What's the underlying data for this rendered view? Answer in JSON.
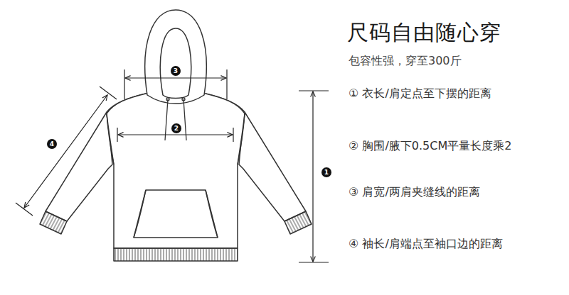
{
  "diagram": {
    "title": "尺码自由随心穿",
    "labels": [
      "包容性强，穿至300斤",
      "3",
      "2",
      "4",
      "1",
      "① 衣长/肩定点至下摆的距离",
      "② 胸围/腋下0.5CM平量长度乘2",
      "③ 肩宽/两肩夹缝线的距离",
      "④ 袖长/肩端点至袖口边的距离"
    ]
  }
}
